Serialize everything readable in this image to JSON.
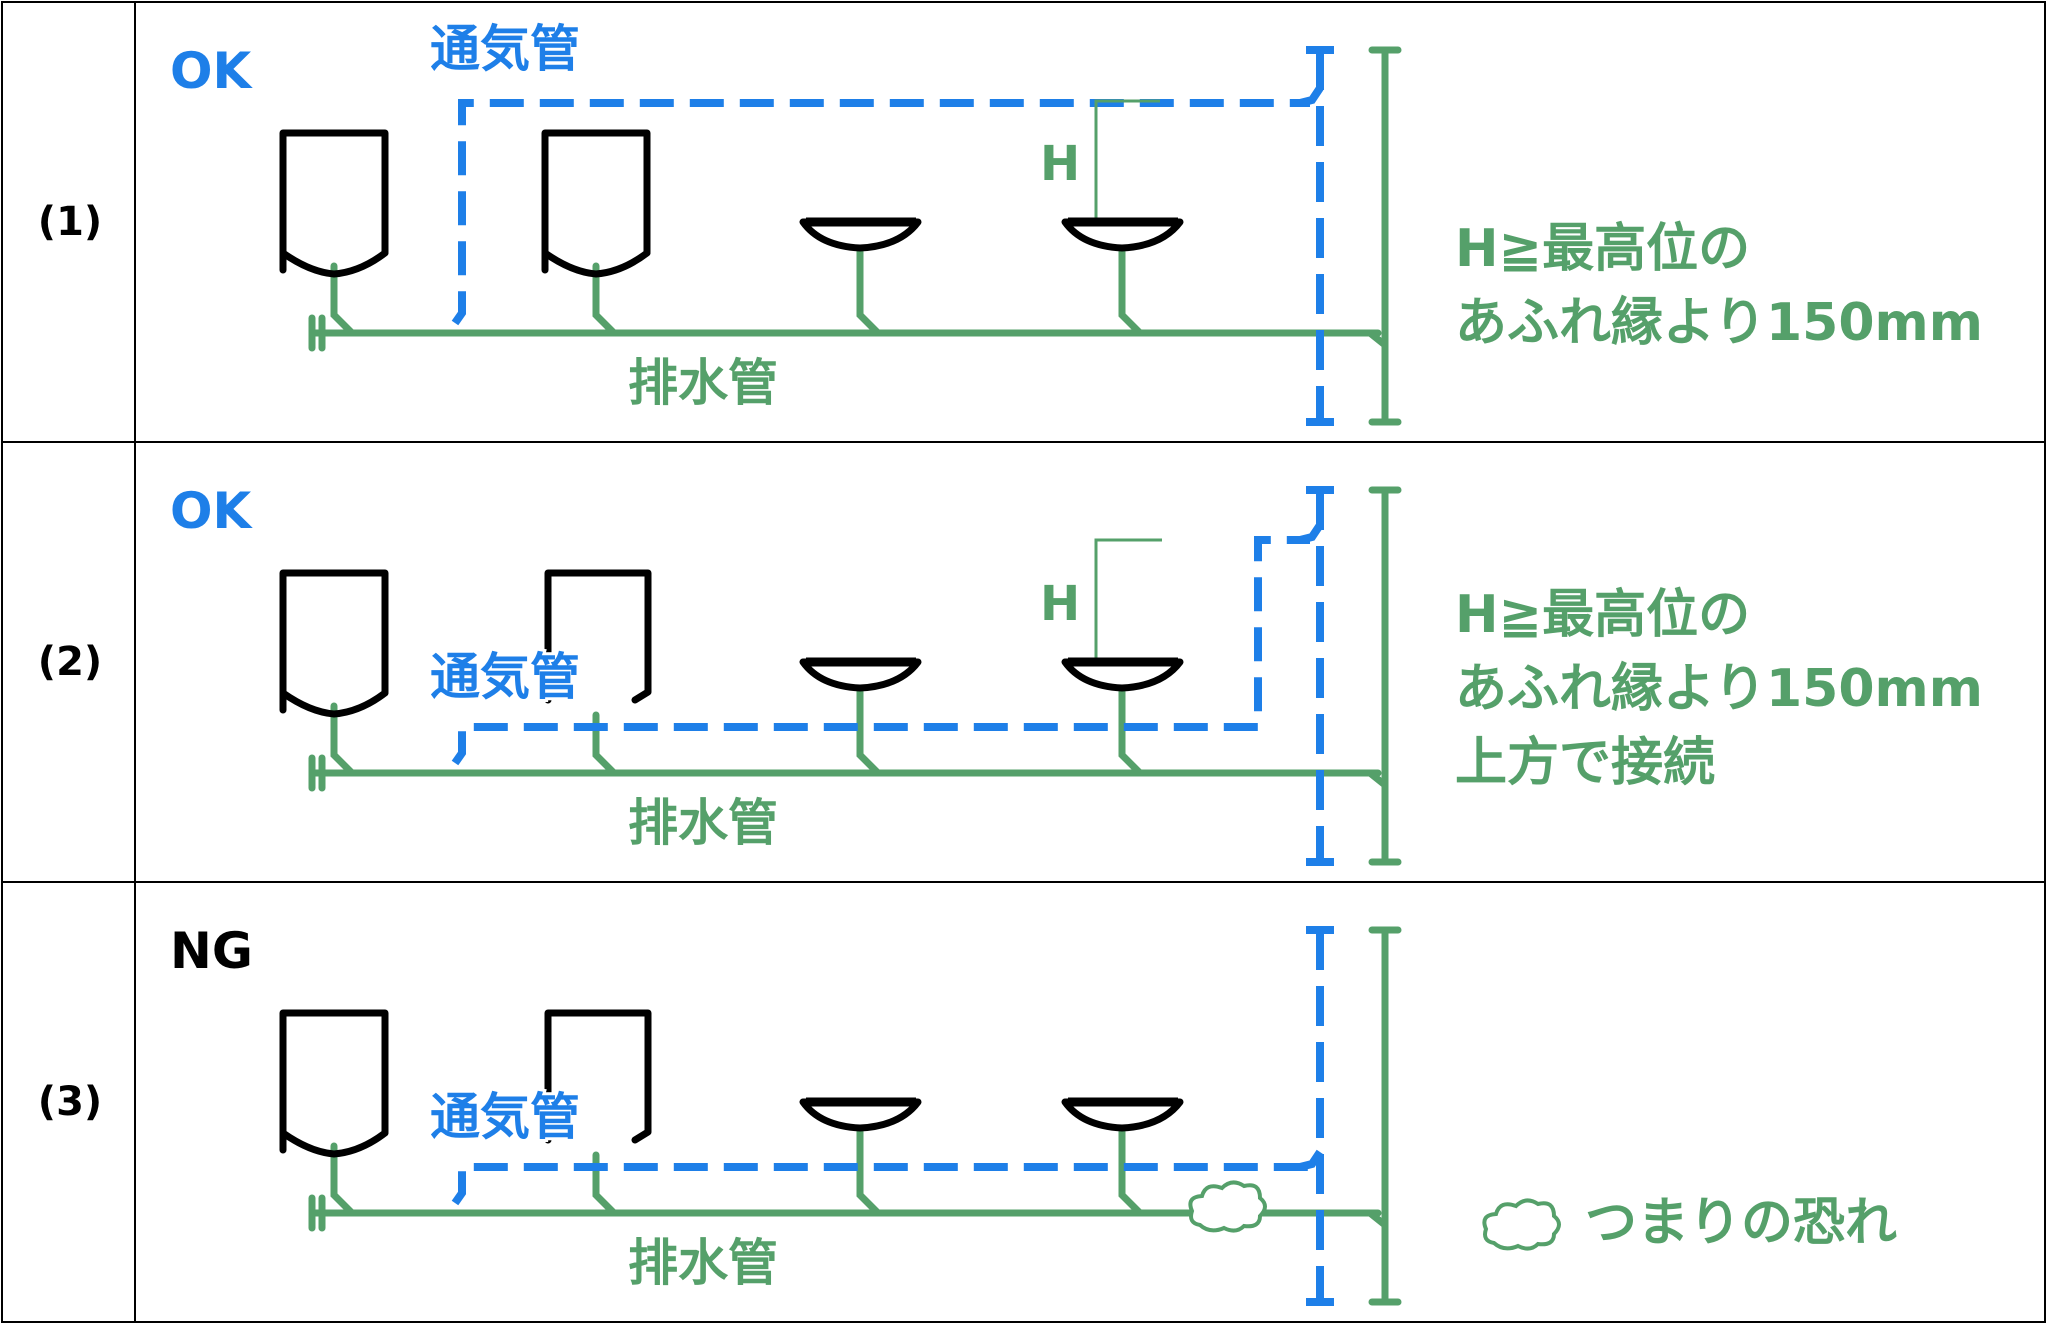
{
  "rows": [
    {
      "index": "(1)",
      "verdict": "OK",
      "vent_label": "通気管",
      "drain_label": "排水管",
      "h_label": "H",
      "note_lines": [
        "H≧最高位の",
        "あふれ縁より150mm"
      ]
    },
    {
      "index": "(2)",
      "verdict": "OK",
      "vent_label": "通気管",
      "drain_label": "排水管",
      "h_label": "H",
      "note_lines": [
        "H≧最高位の",
        "あふれ縁より150mm",
        "上方で接続"
      ]
    },
    {
      "index": "(3)",
      "verdict": "NG",
      "vent_label": "通気管",
      "drain_label": "排水管",
      "note_lines": [
        "つまりの恐れ"
      ]
    }
  ],
  "colors": {
    "vent": "#1e7fe8",
    "drain": "#55a06a",
    "fixture": "#000000",
    "ok": "#1e7fe8",
    "ng": "#000000",
    "grid": "#000000"
  },
  "icons": {
    "urinal": "urinal-icon",
    "washbasin": "washbasin-icon",
    "clog": "clog-cloud-icon"
  }
}
